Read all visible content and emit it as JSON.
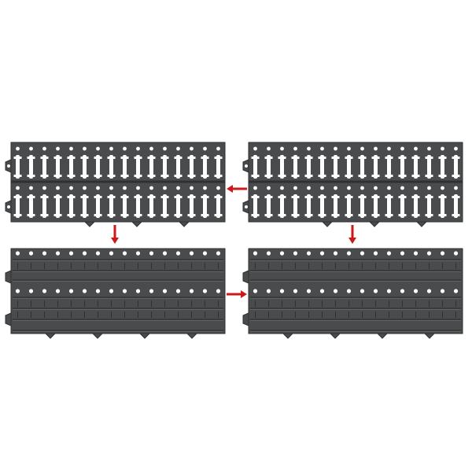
{
  "image": {
    "background_color": "#ffffff",
    "tile_color": "#4a4b4d",
    "tile_shadow_color": "#2f3032",
    "slot_color": "#ffffff",
    "arrow_color": "#cc1a1a"
  },
  "tiles": [
    {
      "id": "top-left",
      "view": "underside"
    },
    {
      "id": "top-right",
      "view": "underside"
    },
    {
      "id": "bottom-left",
      "view": "top-surface"
    },
    {
      "id": "bottom-right",
      "view": "top-surface"
    }
  ],
  "arrows": [
    {
      "id": "arrow-top-right-to-top-left",
      "direction": "left"
    },
    {
      "id": "arrow-top-left-to-bottom-left",
      "direction": "down"
    },
    {
      "id": "arrow-top-right-to-bottom-right",
      "direction": "down"
    },
    {
      "id": "arrow-bottom-left-to-bottom-right",
      "direction": "right"
    }
  ]
}
